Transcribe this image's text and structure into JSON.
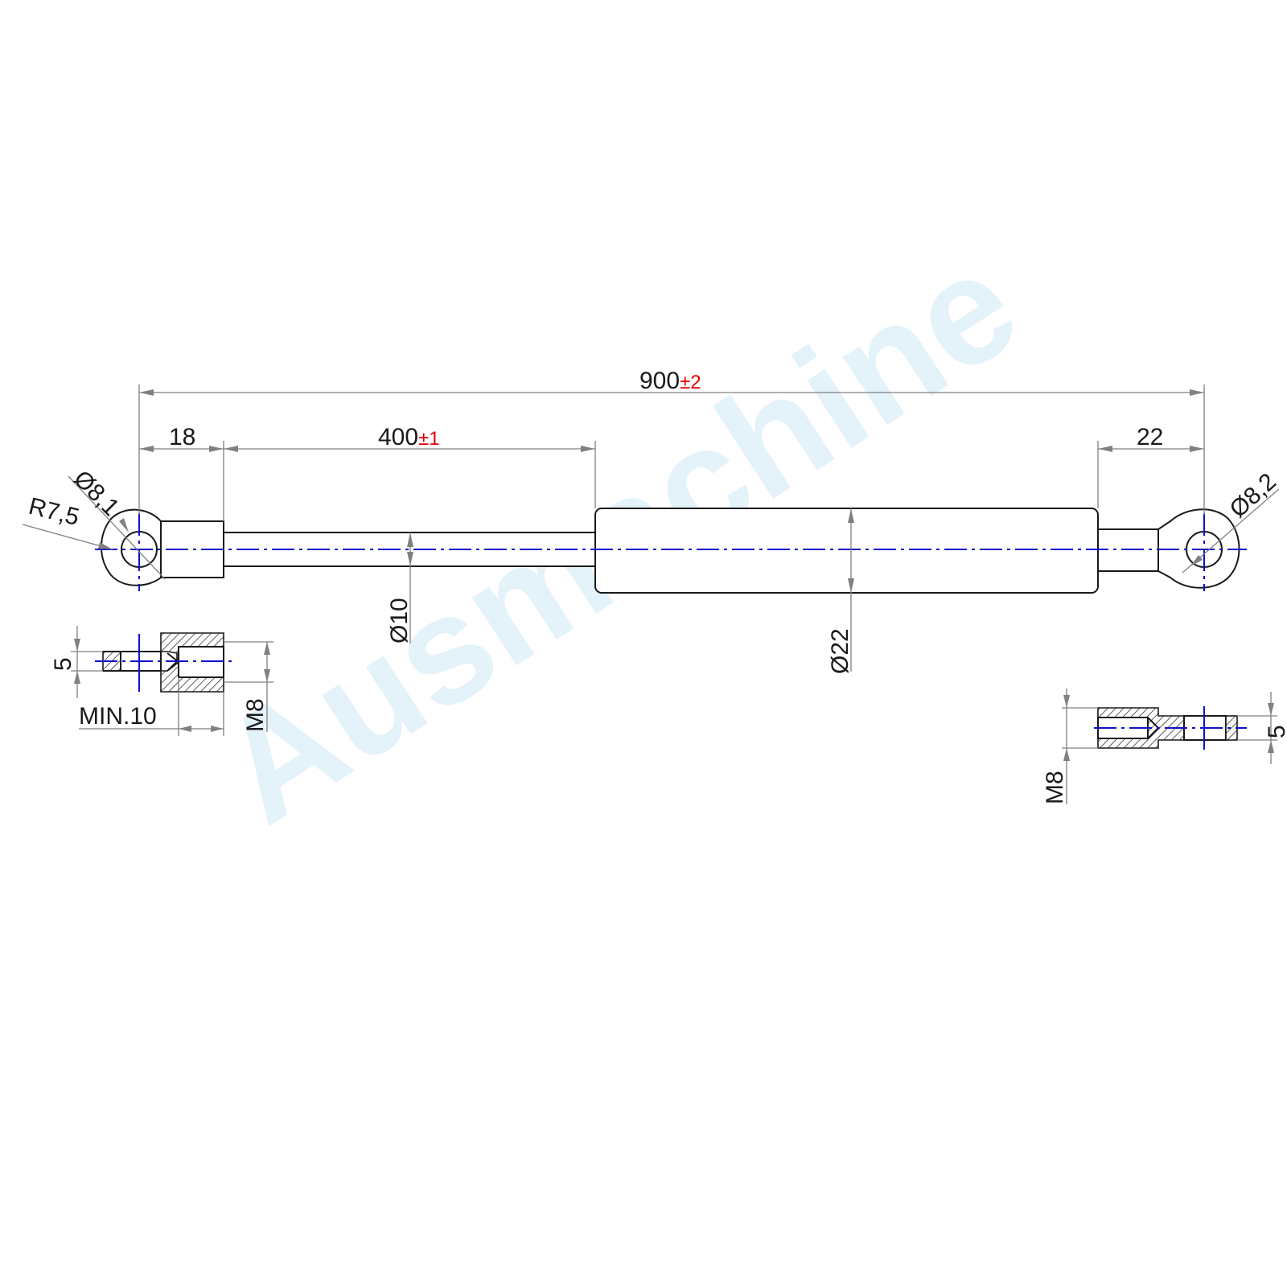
{
  "watermark": "Ausmachine",
  "dimensions": {
    "overall_length": {
      "value": "900",
      "tolerance": "±2"
    },
    "stroke": {
      "value": "400",
      "tolerance": "±1"
    },
    "left_end_fitting_length": "18",
    "right_end_fitting_length": "22",
    "left_eye_hole": "Ø8,1",
    "left_eye_radius": "R7,5",
    "right_eye_hole": "Ø8,2",
    "rod_diameter": "Ø10",
    "cylinder_diameter": "Ø22"
  },
  "detail_left": {
    "slot_width": "5",
    "min_thread_depth": "MIN.10",
    "thread": "M8"
  },
  "detail_right": {
    "slot_width": "5",
    "thread": "M8"
  },
  "colors": {
    "outline": "#1a1a1a",
    "centerline": "#1010c8",
    "dimension": "#808080",
    "tolerance": "#e00000",
    "watermark": "#d6ecf8"
  }
}
